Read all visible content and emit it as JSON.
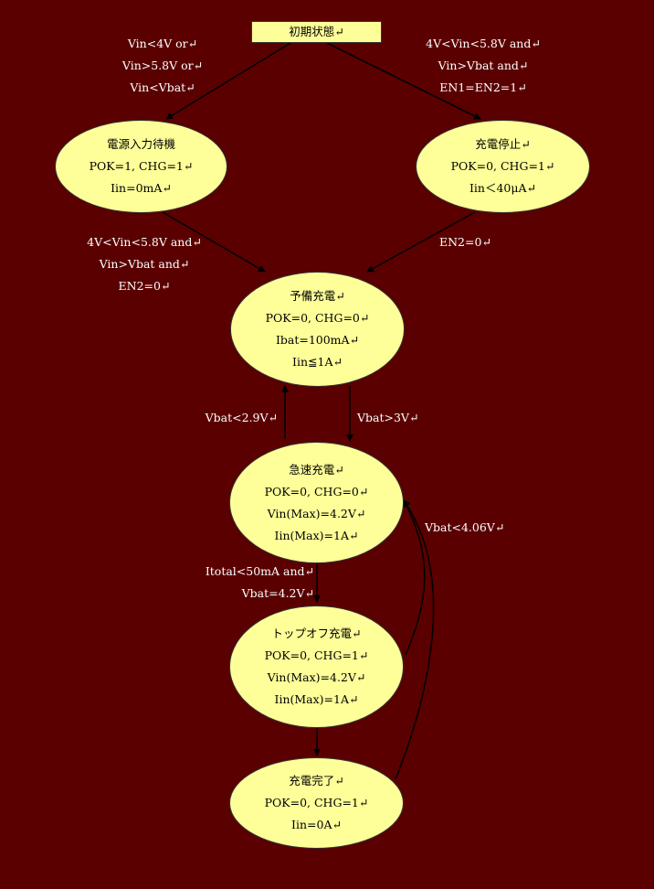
{
  "colors": {
    "background": "#5a0000",
    "state_fill": "#ffff99",
    "arrow": "#000000",
    "label_text": "#ffffff"
  },
  "start": {
    "label": "初期状態↵"
  },
  "states": {
    "standby": [
      "電源入力待機",
      "POK=1, CHG=1↵",
      "Iin=0mA↵"
    ],
    "stop": [
      "充電停止↵",
      "POK=0, CHG=1↵",
      "Iin＜40μA↵"
    ],
    "precharge": [
      "予備充電↵",
      "POK=0, CHG=0↵",
      "Ibat=100mA↵",
      "Iin≦1A↵"
    ],
    "fast": [
      "急速充電↵",
      "POK=0, CHG=0↵",
      "Vin(Max)=4.2V↵",
      "Iin(Max)=1A↵"
    ],
    "topoff": [
      "トップオフ充電↵",
      "POK=0, CHG=1↵",
      "Vin(Max)=4.2V↵",
      "Iin(Max)=1A↵"
    ],
    "done": [
      "充電完了↵",
      "POK=0, CHG=1↵",
      "Iin=0A↵"
    ]
  },
  "transitions": {
    "to_standby": [
      "Vin<4V or↵",
      "Vin>5.8V or↵",
      "Vin<Vbat↵"
    ],
    "to_stop": [
      "4V<Vin<5.8V and↵",
      "Vin>Vbat and↵",
      "EN1=EN2=1↵"
    ],
    "standby_to_pre": [
      "4V<Vin<5.8V and↵",
      "Vin>Vbat and↵",
      "EN2=0↵"
    ],
    "stop_to_pre": [
      "EN2=0↵"
    ],
    "fast_to_pre": [
      "Vbat<2.9V↵"
    ],
    "pre_to_fast": [
      "Vbat>3V↵"
    ],
    "fast_to_topoff": [
      "Itotal<50mA and↵",
      "Vbat=4.2V↵"
    ],
    "to_fast_recharge": [
      "Vbat<4.06V↵"
    ]
  }
}
